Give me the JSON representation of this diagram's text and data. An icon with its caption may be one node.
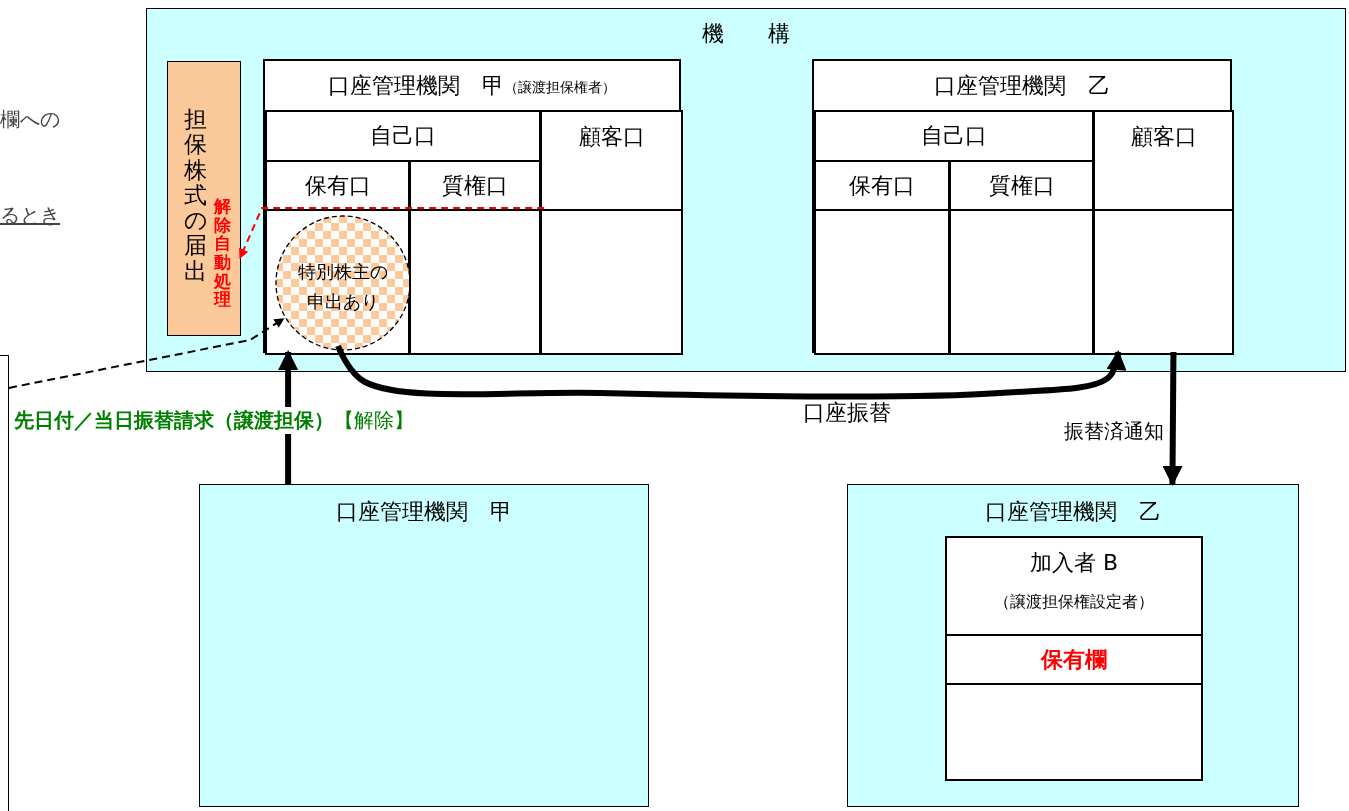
{
  "diagram": {
    "nodes": [
      {
        "text": [
          "機　　構"
        ]
      },
      {
        "text": [
          "担保株式の届出",
          "解除自動処理"
        ],
        "in": 0
      },
      {
        "text": [
          "口座管理機関　甲",
          "（譲渡担保権者）"
        ],
        "in": 0
      },
      {
        "text": [
          "自己口"
        ],
        "in": 2
      },
      {
        "text": [
          "顧客口"
        ],
        "in": 2
      },
      {
        "text": [
          "保有口"
        ],
        "in": 2
      },
      {
        "text": [
          "質権口"
        ],
        "in": 2
      },
      {
        "text": [],
        "shape": "box",
        "in": 2
      },
      {
        "text": [
          "特別株主の申出あり"
        ],
        "in": 7
      },
      {
        "text": [],
        "shape": "box",
        "in": 2
      },
      {
        "text": [],
        "shape": "box",
        "in": 2
      },
      {
        "text": [
          "口座管理機関　乙"
        ],
        "in": 0
      },
      {
        "text": [
          "自己口"
        ],
        "in": 11
      },
      {
        "text": [
          "顧客口"
        ],
        "in": 11
      },
      {
        "text": [
          "保有口"
        ],
        "in": 11
      },
      {
        "text": [
          "質権口"
        ],
        "in": 11
      },
      {
        "text": [],
        "shape": "box",
        "in": 11
      },
      {
        "text": [],
        "shape": "box",
        "in": 11
      },
      {
        "text": [],
        "shape": "box",
        "in": 11
      },
      {
        "text": [],
        "shape": "box"
      },
      {
        "text": [
          "口座管理機関　甲"
        ]
      },
      {
        "text": [
          "口座管理機関　乙"
        ]
      },
      {
        "text": [
          "加入者 B",
          "（譲渡担保権設定者）"
        ],
        "in": 21
      },
      {
        "text": [
          "保有欄"
        ],
        "in": 21
      },
      {
        "text": [],
        "shape": "box",
        "in": 21
      }
    ],
    "edges": [
      {
        "from": 8,
        "to": 18,
        "arrow": "to"
      },
      {
        "from": 4,
        "to": 1,
        "arrow": "to",
        "style": "dashed",
        "color": "#ff0000"
      },
      {
        "from": 19,
        "to": 8,
        "arrow": "to",
        "style": "dashed"
      },
      {
        "from": 20,
        "to": 7,
        "arrow": "to",
        "label": "**先日付／当日振替請求（譲渡担保）**【解除】"
      },
      {
        "from": 11,
        "to": 21,
        "arrow": "to",
        "label": "振替済通知"
      }
    ],
    "labels": [
      "欄への",
      "るとき",
      "口座振替"
    ]
  }
}
